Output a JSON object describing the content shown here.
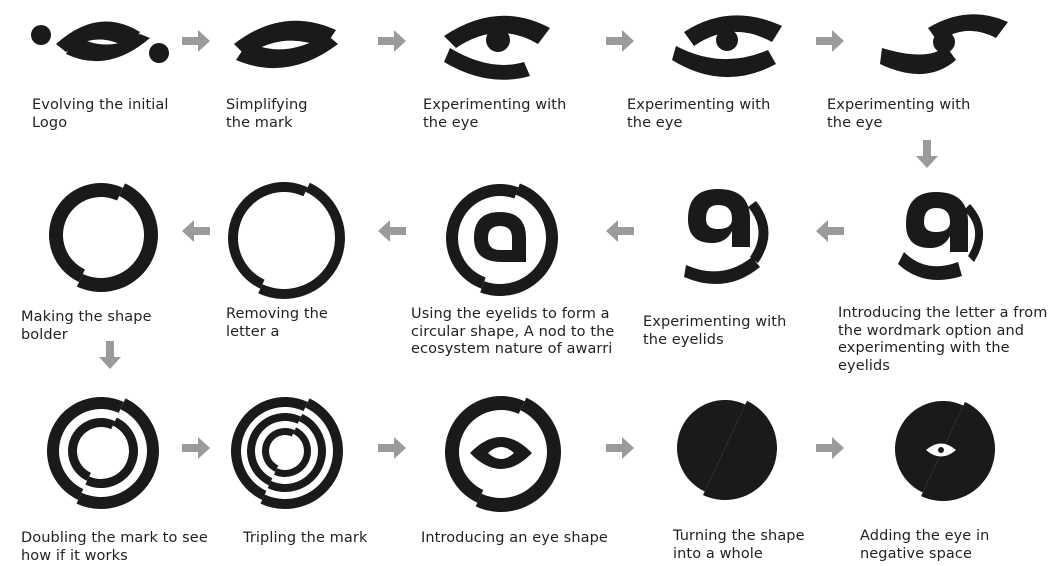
{
  "colors": {
    "mark": "#1a1a1a",
    "arrow": "#9b9b9b",
    "background": "#ffffff"
  },
  "steps": [
    {
      "caption": "Evolving the initial\nLogo"
    },
    {
      "caption": "Simplifying\nthe mark"
    },
    {
      "caption": "Experimenting with\nthe eye"
    },
    {
      "caption": "Experimenting with\nthe eye"
    },
    {
      "caption": "Experimenting with\nthe eye"
    },
    {
      "caption": "Introducing the letter a from\nthe wordmark option and\nexperimenting with the\neyelids"
    },
    {
      "caption": "Experimenting with\nthe eyelids"
    },
    {
      "caption": "Using the eyelids to form a\ncircular shape, A nod to the\necosystem nature of awarri"
    },
    {
      "caption": "Removing the\nletter a"
    },
    {
      "caption": "Making the shape\nbolder"
    },
    {
      "caption": "Doubling the mark to see\nhow if it works"
    },
    {
      "caption": "Tripling the mark"
    },
    {
      "caption": "Introducing an eye shape"
    },
    {
      "caption": "Turning the shape\ninto a whole"
    },
    {
      "caption": "Adding the eye in\nnegative space"
    }
  ],
  "arrows": [
    {
      "direction": "right"
    },
    {
      "direction": "right"
    },
    {
      "direction": "right"
    },
    {
      "direction": "right"
    },
    {
      "direction": "down"
    },
    {
      "direction": "left"
    },
    {
      "direction": "left"
    },
    {
      "direction": "left"
    },
    {
      "direction": "left"
    },
    {
      "direction": "down"
    },
    {
      "direction": "right"
    },
    {
      "direction": "right"
    },
    {
      "direction": "right"
    },
    {
      "direction": "right"
    }
  ]
}
